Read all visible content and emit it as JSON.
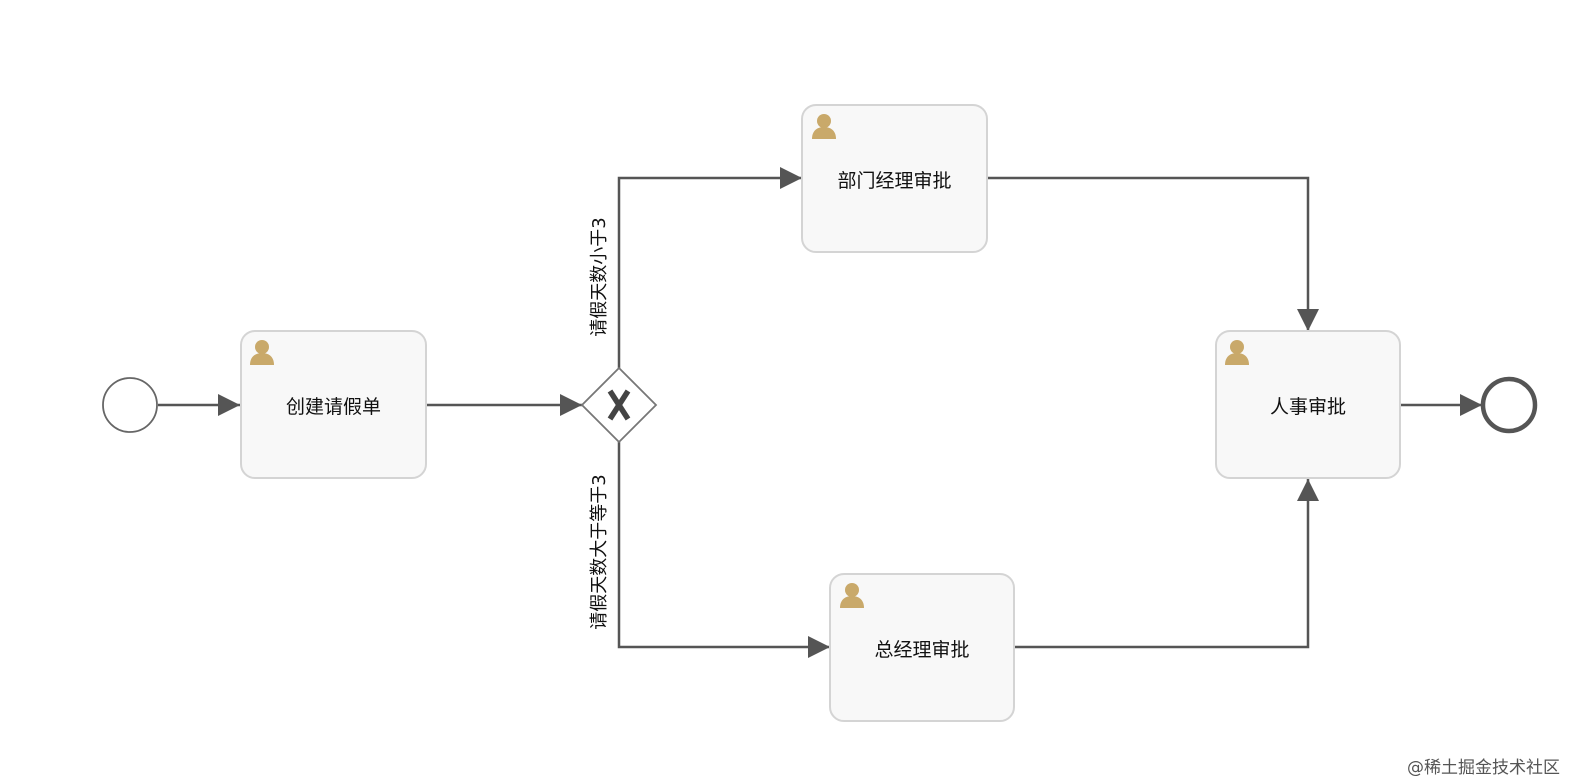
{
  "diagram": {
    "tasks": {
      "create_request": "创建请假单",
      "dept_manager": "部门经理审批",
      "general_manager": "总经理审批",
      "hr": "人事审批"
    },
    "conditions": {
      "less_than_3": "请假天数小于3",
      "gte_3": "请假天数大于等于3"
    },
    "icons": {
      "task": "user-icon",
      "gateway": "exclusive-gateway-x"
    },
    "colors": {
      "flow": "#555555",
      "task_fill": "#f8f8f8",
      "task_border": "#d4d4d4",
      "user_icon": "#c9a96a",
      "gateway_x": "#444444"
    }
  },
  "watermark": "@稀土掘金技术社区"
}
